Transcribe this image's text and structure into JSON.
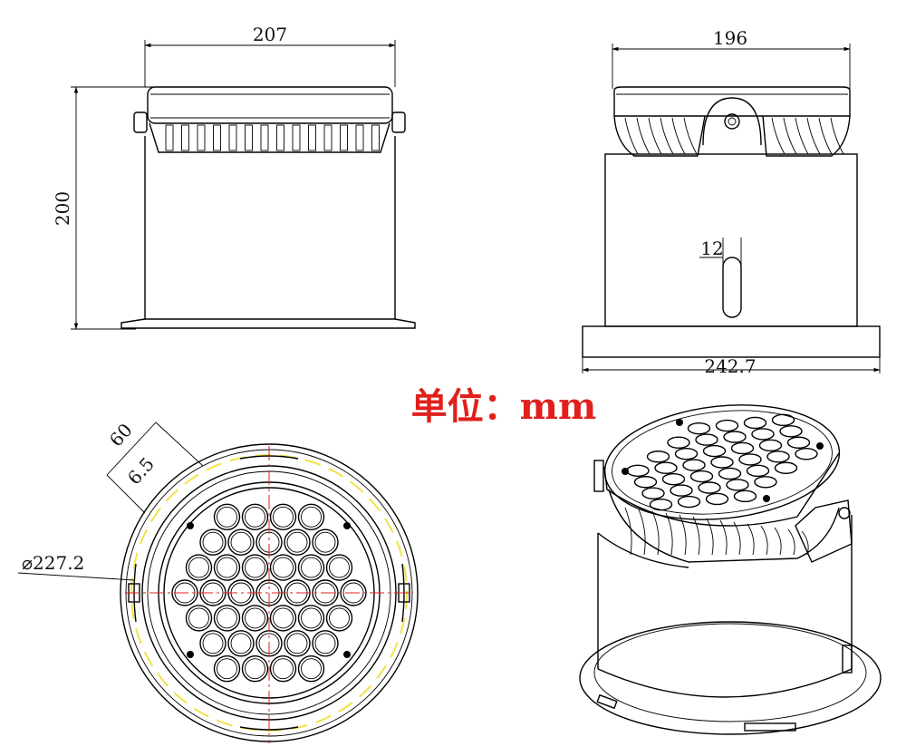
{
  "dimensions": {
    "front_width": "207",
    "height": "200",
    "side_width": "196",
    "slot_width": "12",
    "flange_width": "242.7",
    "angle": "60",
    "offset": "6.5",
    "diameter": "⌀227.2"
  },
  "unit_label": "单位：mm",
  "views": [
    "front-view",
    "side-view",
    "top-view",
    "isometric-view"
  ],
  "colors": {
    "line": "#000000",
    "unit_text": "#e0201c",
    "centerline": "#e0201c",
    "highlight": "#f2e24a"
  },
  "lens_count": 37
}
